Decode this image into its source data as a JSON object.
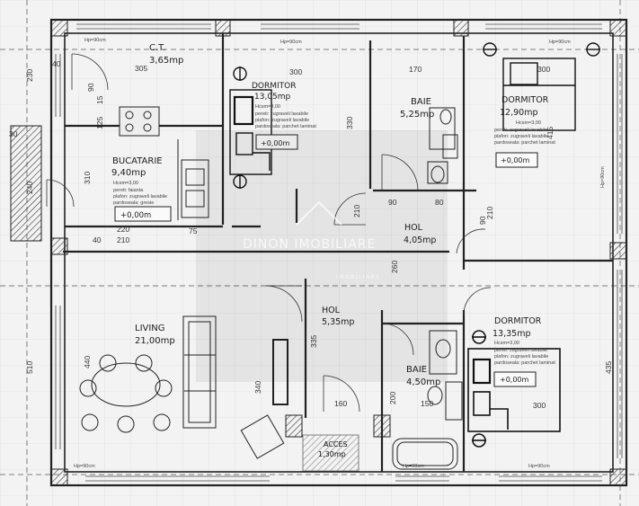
{
  "rooms": {
    "ct": {
      "name": "C.T.",
      "area": "3,65mp"
    },
    "dormitor1": {
      "name": "DORMITOR",
      "area": "13,05mp",
      "notes": [
        "pereti: zugraveli lavabile",
        "plafon: zugraveli lavabile",
        "pardoseala: parchet laminat"
      ],
      "hcsm": "Hcsm=3,00",
      "level": "+0,00m"
    },
    "baie1": {
      "name": "BAIE",
      "area": "5,25mp"
    },
    "dormitor2": {
      "name": "DORMITOR",
      "area": "12,90mp",
      "notes": [
        "pereti: zugraveli lavabile",
        "plafon: zugraveli lavabile",
        "pardoseala: parchet laminat"
      ],
      "hcsm": "Hcsm=3,00",
      "level": "+0,00m"
    },
    "bucatarie": {
      "name": "BUCATARIE",
      "area": "9,40mp",
      "hcsm": "Hcsm=3,00",
      "notes": [
        "pereti: faianta",
        "plafon: zugraveli lavabile",
        "pardoseala: gresie"
      ],
      "level": "+0,00m"
    },
    "hol1": {
      "name": "HOL",
      "area": "4,05mp"
    },
    "living": {
      "name": "LIVING",
      "area": "21,00mp"
    },
    "hol2": {
      "name": "HOL",
      "area": "5,35mp"
    },
    "dormitor3": {
      "name": "DORMITOR",
      "area": "13,35mp",
      "hcsm": "Hcsm=3,00",
      "notes": [
        "pereti: zugraveli lavabile",
        "plafon: zugraveli lavabile",
        "pardoseala: parchet laminat"
      ],
      "level": "+0,00m"
    },
    "baie2": {
      "name": "BAIE",
      "area": "4,50mp"
    },
    "acces": {
      "name": "ACCES",
      "area": "1,30mp"
    }
  },
  "dimensions": {
    "top_305": "305",
    "top_300": "300",
    "top_170": "170",
    "top_300b": "300",
    "hp_ct": "Hp=90cm",
    "hp_dorm": "Hp=90cm",
    "hp_right": "Hp=90cm",
    "hp_side": "Hp=90cm",
    "hp_bottom_left": "Hp=90cm",
    "hp_bottom_mid": "Hp=90cm",
    "hp_bottom_right": "Hp=90cm",
    "left_230": "230",
    "left_310": "310",
    "left_510": "510",
    "left_440": "440",
    "left_40": "40",
    "left_30": "30",
    "left_240": "240",
    "k_220": "220",
    "k_210": "210",
    "k_75": "75",
    "k_90": "90",
    "k_40": "40",
    "k_15": "15",
    "c_330": "330",
    "c_335": "335",
    "c_340": "340",
    "c_260": "260",
    "c_210": "210",
    "c_80": "80",
    "c_90": "90",
    "c_150": "150",
    "c_160": "160",
    "c_200": "200",
    "c_125": "125",
    "r_415": "415",
    "r_435": "435",
    "r_210": "210",
    "r_90": "90",
    "r_300": "300"
  },
  "watermark": {
    "brand": "DINON IMOBILIARE",
    "sub": "IMOBILIARE"
  }
}
